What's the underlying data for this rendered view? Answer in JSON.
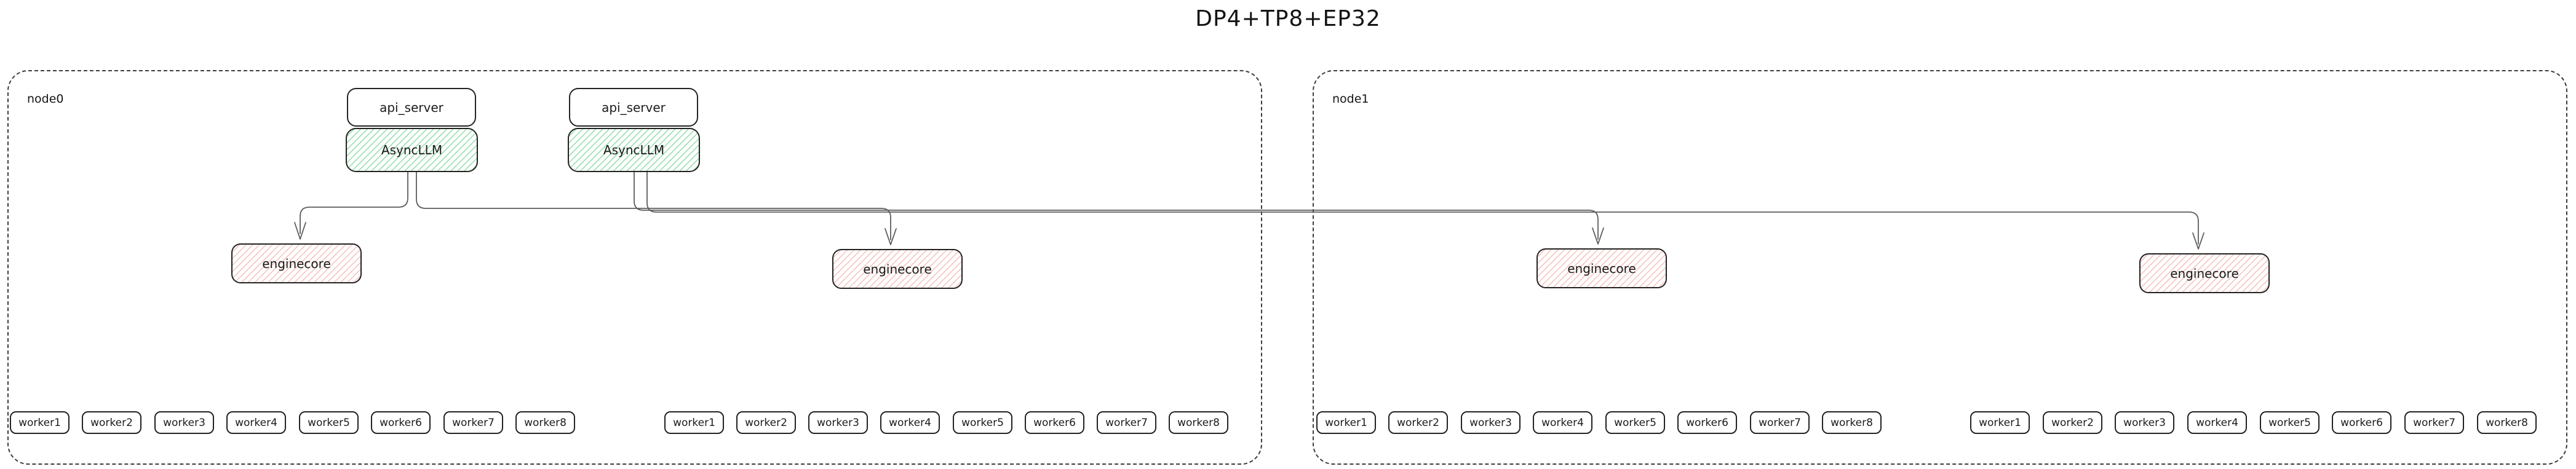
{
  "title": "DP4+TP8+EP32",
  "colors": {
    "box_border": "#222222",
    "connector": "#5c5c5c",
    "asyncllm_hatch_green": "#6fcd8f",
    "enginecore_hatch_red": "#ec988e",
    "node_dashed_border": "#3c3c3c"
  },
  "nodes": [
    {
      "label": "node0",
      "stacks": [
        {
          "api_server": "api_server",
          "asyncllm": "AsyncLLM"
        },
        {
          "api_server": "api_server",
          "asyncllm": "AsyncLLM"
        }
      ],
      "enginecores": [
        "enginecore",
        "enginecore"
      ],
      "worker_groups": [
        [
          "worker1",
          "worker2",
          "worker3",
          "worker4",
          "worker5",
          "worker6",
          "worker7",
          "worker8"
        ],
        [
          "worker1",
          "worker2",
          "worker3",
          "worker4",
          "worker5",
          "worker6",
          "worker7",
          "worker8"
        ]
      ]
    },
    {
      "label": "node1",
      "stacks": [],
      "enginecores": [
        "enginecore",
        "enginecore"
      ],
      "worker_groups": [
        [
          "worker1",
          "worker2",
          "worker3",
          "worker4",
          "worker5",
          "worker6",
          "worker7",
          "worker8"
        ],
        [
          "worker1",
          "worker2",
          "worker3",
          "worker4",
          "worker5",
          "worker6",
          "worker7",
          "worker8"
        ]
      ]
    }
  ],
  "edges": [
    {
      "from": "AsyncLLM-1",
      "to": "enginecore-1"
    },
    {
      "from": "AsyncLLM-1",
      "to": "enginecore-2"
    },
    {
      "from": "AsyncLLM-2",
      "to": "enginecore-3"
    },
    {
      "from": "AsyncLLM-2",
      "to": "enginecore-4"
    }
  ]
}
